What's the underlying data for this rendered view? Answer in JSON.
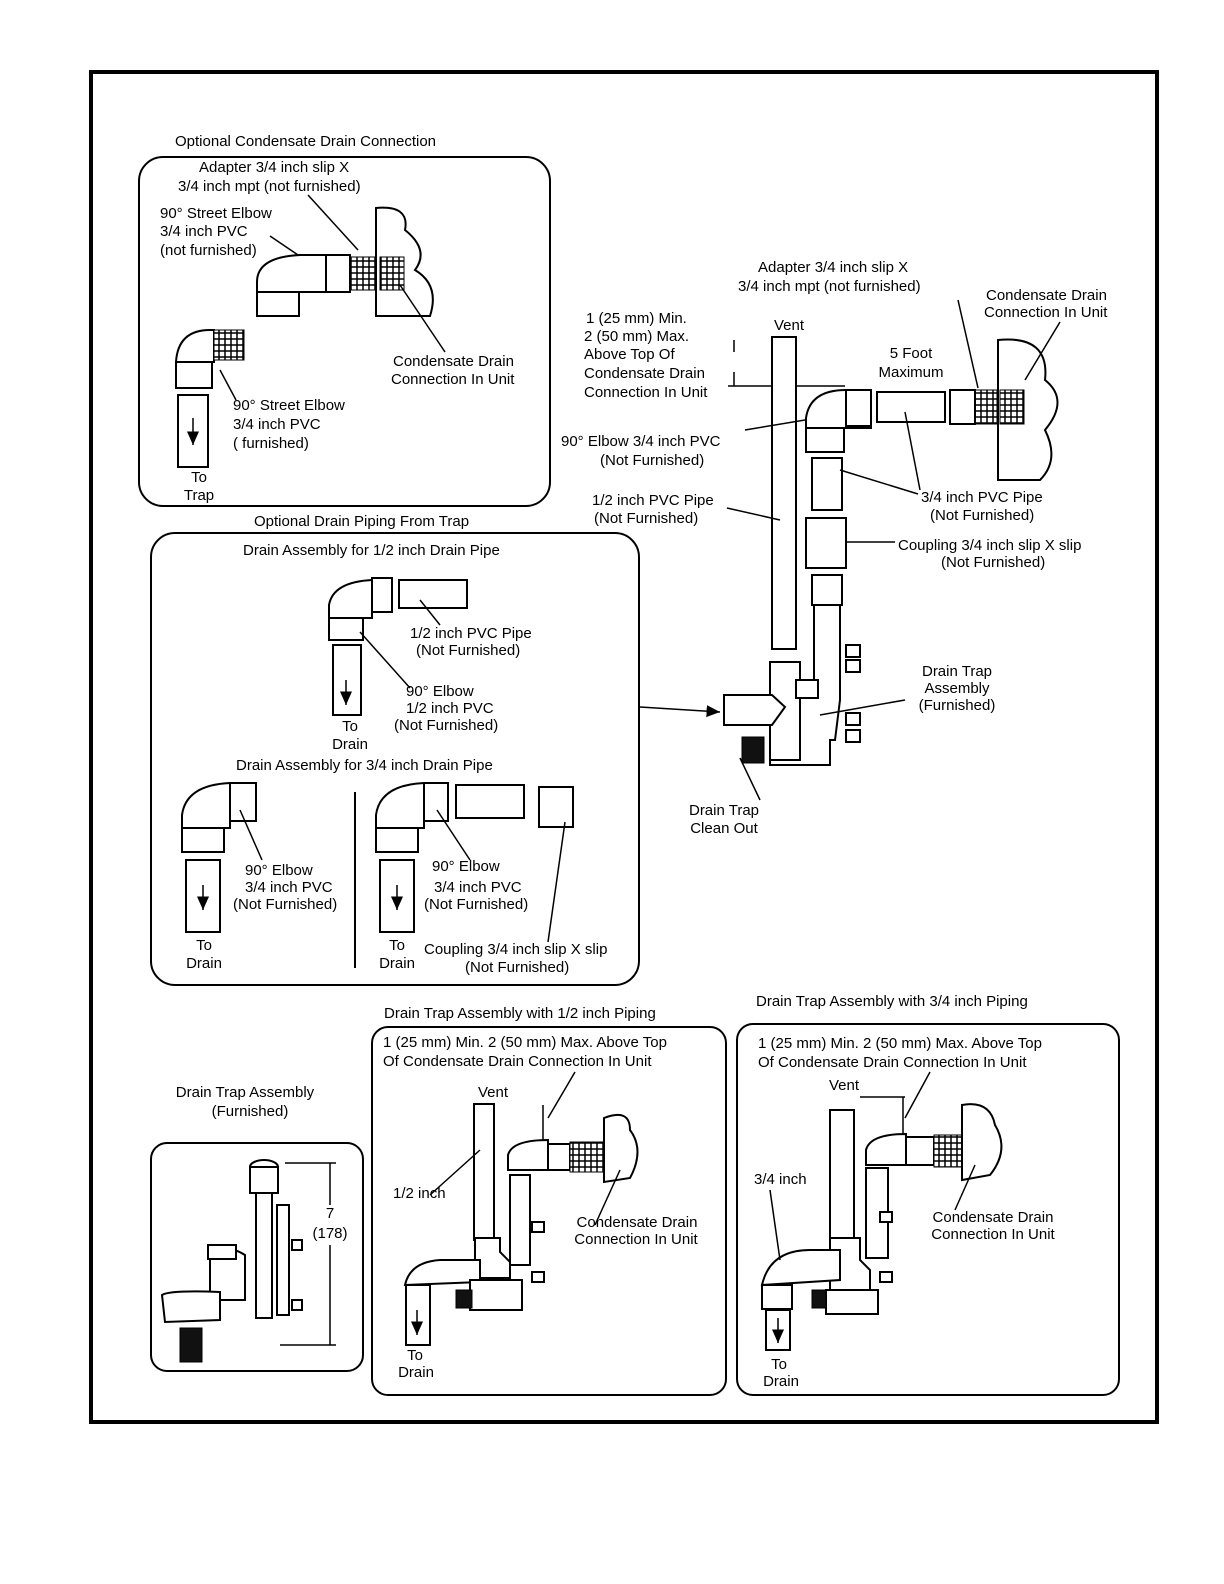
{
  "top_panel": {
    "title": "Optional Condensate Drain Connection",
    "adapter": [
      "Adapter 3/4 inch slip X",
      "3/4 inch mpt (not furnished)"
    ],
    "street_elbow_nf": [
      "90° Street Elbow",
      "3/4 inch PVC",
      "(not furnished)"
    ],
    "condensate": [
      "Condensate Drain",
      "Connection In Unit"
    ],
    "street_elbow_f": [
      "90° Street Elbow",
      "3/4 inch PVC",
      "( furnished)"
    ],
    "to_trap": [
      "To",
      "Trap"
    ]
  },
  "main": {
    "adapter": [
      "Adapter 3/4 inch slip X",
      "3/4 inch mpt (not furnished)"
    ],
    "condensate": [
      "Condensate Drain",
      "Connection In Unit"
    ],
    "minmax": [
      "1 (25 mm) Min.",
      "2 (50 mm) Max.",
      "Above Top Of",
      "Condensate Drain",
      "Connection In Unit"
    ],
    "vent": "Vent",
    "five_foot": [
      "5 Foot",
      "Maximum"
    ],
    "elbow": [
      "90° Elbow 3/4 inch PVC",
      "(Not Furnished)"
    ],
    "half_pipe": [
      "1/2 inch PVC Pipe",
      "(Not Furnished)"
    ],
    "threequarter_pipe": [
      "3/4  inch PVC Pipe",
      "(Not Furnished)"
    ],
    "coupling": [
      "Coupling 3/4 inch slip X slip",
      "(Not Furnished)"
    ],
    "trap_assembly": [
      "Drain Trap",
      "Assembly",
      "(Furnished)"
    ],
    "clean_out": [
      "Drain Trap",
      "Clean Out"
    ]
  },
  "optional_panel": {
    "title": "Optional Drain Piping From Trap",
    "half_title": "Drain Assembly for 1/2 inch Drain Pipe",
    "half_pipe": [
      "1/2 inch PVC Pipe",
      "(Not Furnished)"
    ],
    "half_elbow": [
      "90° Elbow",
      "1/2 inch PVC",
      "(Not Furnished)"
    ],
    "to_drain": [
      "To",
      "Drain"
    ],
    "tq_title": "Drain Assembly for 3/4 inch Drain Pipe",
    "tq_elbow_left": [
      "90° Elbow",
      "3/4 inch PVC",
      "(Not Furnished)"
    ],
    "tq_elbow_right": [
      "90° Elbow",
      "3/4 inch PVC",
      "(Not Furnished)"
    ],
    "coupling": [
      "Coupling 3/4 inch slip X slip",
      "(Not Furnished)"
    ]
  },
  "trap_small": {
    "title": [
      "Drain Trap Assembly",
      "(Furnished)"
    ],
    "dim": [
      "7",
      "(178)"
    ]
  },
  "half_piping": {
    "title": "Drain Trap Assembly with 1/2 inch Piping",
    "minmax": [
      "1 (25 mm) Min. 2 (50 mm) Max. Above Top",
      "Of Condensate Drain Connection In Unit"
    ],
    "vent": "Vent",
    "size": "1/2 inch",
    "condensate": [
      "Condensate Drain",
      "Connection In Unit"
    ],
    "to_drain": [
      "To",
      "Drain"
    ]
  },
  "tq_piping": {
    "title": "Drain Trap Assembly with 3/4 inch Piping",
    "minmax": [
      "1 (25 mm) Min. 2 (50 mm) Max. Above Top",
      "Of Condensate Drain Connection In Unit"
    ],
    "vent": "Vent",
    "size": "3/4 inch",
    "condensate": [
      "Condensate Drain",
      "Connection In Unit"
    ],
    "to_drain": [
      "To",
      "Drain"
    ]
  }
}
